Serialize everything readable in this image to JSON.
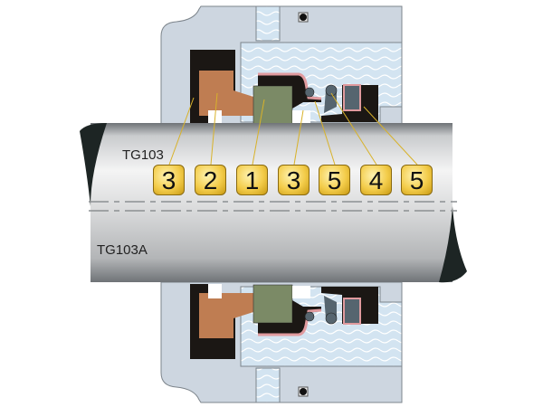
{
  "models": {
    "top": "TG103",
    "bottom": "TG103A"
  },
  "part_badges": [
    "3",
    "2",
    "1",
    "3",
    "5",
    "4",
    "5"
  ],
  "colors": {
    "housing": "#cdd6e0",
    "fluid": "#d6e6f2",
    "black_part": "#1b1714",
    "copper_part": "#bf7d52",
    "green_part": "#7b8a66",
    "bellows": "#e09a9e",
    "spring": "#56656f",
    "badge": "#f0c640"
  }
}
